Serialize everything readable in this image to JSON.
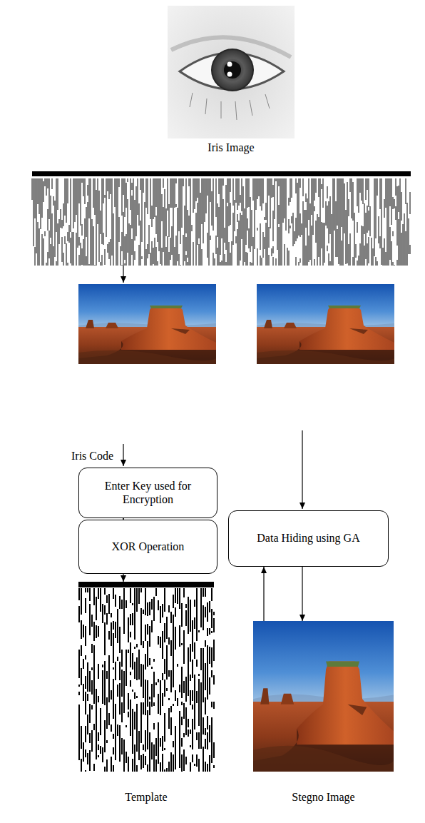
{
  "diagram": {
    "nodes": [
      {
        "text": [
          "Iris Image"
        ]
      },
      {
        "text": [
          "Enter Key used for Encryption"
        ]
      },
      {
        "text": [
          "XOR Operation"
        ]
      },
      {
        "text": [
          "Data Hiding using GA"
        ]
      },
      {
        "text": [
          "Template"
        ]
      },
      {
        "text": [
          "Stegno Image"
        ]
      }
    ],
    "edges": [
      {
        "from": 1,
        "to": 2,
        "arrow": "to"
      },
      {
        "from": 2,
        "to": 4,
        "arrow": "to"
      },
      {
        "from": 3,
        "to": 5,
        "arrow": "to"
      },
      {
        "from": 5,
        "to": 3,
        "arrow": "to"
      }
    ],
    "labels": [
      "Iris Code"
    ]
  }
}
